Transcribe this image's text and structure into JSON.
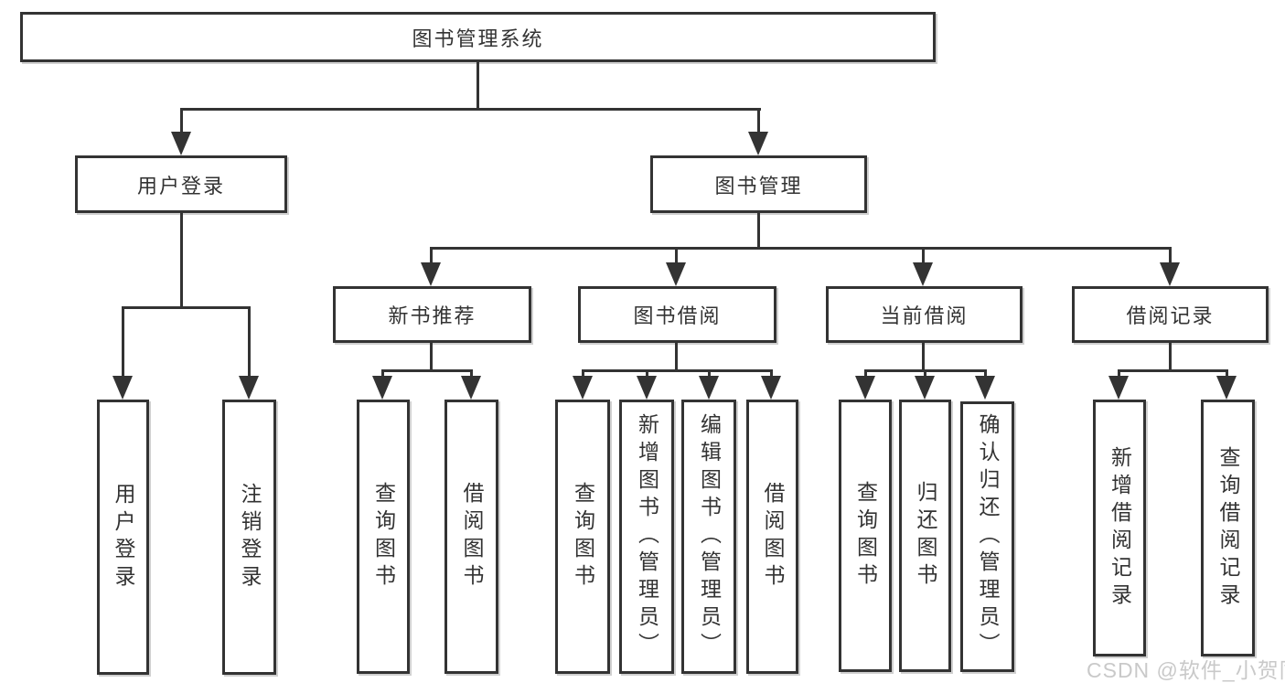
{
  "tree": {
    "label": "图书管理系统",
    "children": [
      {
        "label": "用户登录",
        "children": [
          {
            "label": "用户登录"
          },
          {
            "label": "注销登录"
          }
        ]
      },
      {
        "label": "图书管理",
        "children": [
          {
            "label": "新书推荐",
            "children": [
              {
                "label": "查询图书"
              },
              {
                "label": "借阅图书"
              }
            ]
          },
          {
            "label": "图书借阅",
            "children": [
              {
                "label": "查询图书"
              },
              {
                "label": "新增图书（管理员）"
              },
              {
                "label": "编辑图书（管理员）"
              },
              {
                "label": "借阅图书"
              }
            ]
          },
          {
            "label": "当前借阅",
            "children": [
              {
                "label": "查询图书"
              },
              {
                "label": "归还图书"
              },
              {
                "label": "确认归还（管理员）"
              }
            ]
          },
          {
            "label": "借阅记录",
            "children": [
              {
                "label": "新增借阅记录"
              },
              {
                "label": "查询借阅记录"
              }
            ]
          }
        ]
      }
    ]
  },
  "watermark": {
    "text": "CSDN @软件_小贺同学"
  },
  "colors": {
    "line": "#333333",
    "box_fill": "#ffffff",
    "watermark_text": "#c9c9c9"
  }
}
